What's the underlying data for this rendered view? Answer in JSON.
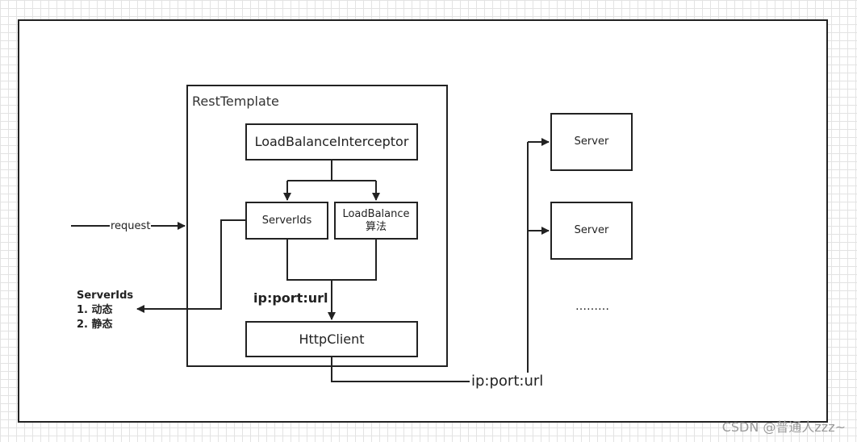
{
  "rest_template": {
    "label": "RestTemplate"
  },
  "interceptor": {
    "label": "LoadBalanceInterceptor"
  },
  "server_ids_box": {
    "label": "ServerIds"
  },
  "load_balance_box": {
    "line1": "LoadBalance",
    "line2": "算法"
  },
  "http_client": {
    "label": "HttpClient"
  },
  "inner_address": "ip:port:url",
  "outer_address": "ip:port:url",
  "request_label": "request",
  "servers": [
    {
      "label": "Server"
    },
    {
      "label": "Server"
    }
  ],
  "ellipsis": "………",
  "server_ids_note": {
    "title": "ServerIds",
    "item1": "1. 动态",
    "item2": "2. 静态"
  },
  "watermark": "CSDN @普通人zzz~"
}
